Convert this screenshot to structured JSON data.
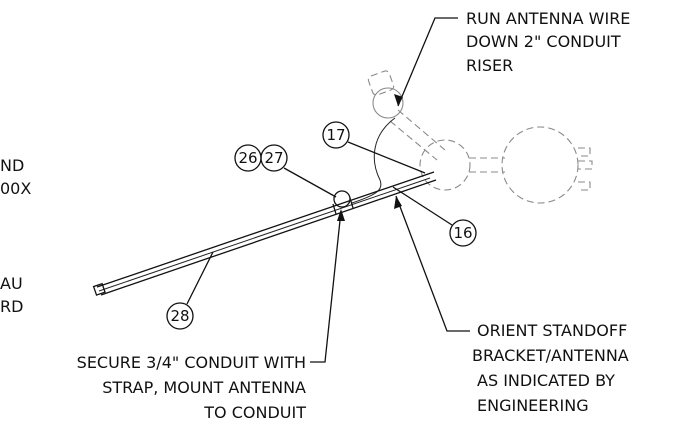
{
  "notes": {
    "top_right": [
      "RUN ANTENNA WIRE",
      "DOWN 2\" CONDUIT",
      "RISER"
    ],
    "bottom_right": [
      "ORIENT STANDOFF",
      "BRACKET/ANTENNA",
      "AS INDICATED BY",
      "ENGINEERING"
    ],
    "bottom_center": [
      "SECURE 3/4\" CONDUIT WITH",
      "STRAP, MOUNT ANTENNA",
      "TO CONDUIT"
    ],
    "left_fragments": [
      "ND",
      "00X",
      "AU",
      "RD"
    ]
  },
  "callouts": {
    "c26": "26",
    "c27": "27",
    "c17": "17",
    "c16": "16",
    "c28": "28"
  },
  "colors": {
    "ink": "#111111",
    "hidden_line": "#8a8a8a",
    "background": "#ffffff"
  }
}
